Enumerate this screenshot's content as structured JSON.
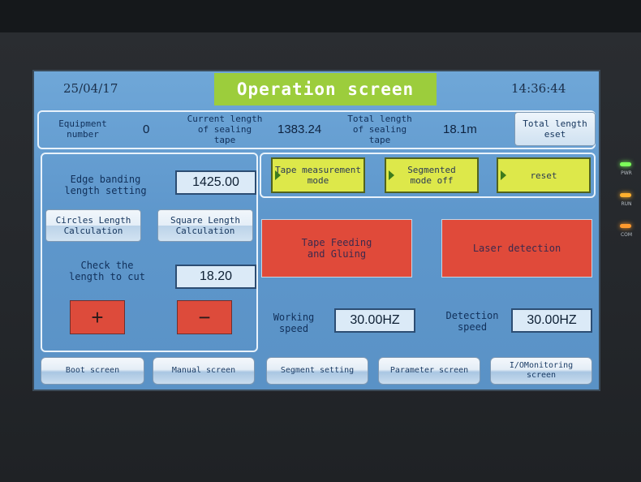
{
  "header": {
    "date": "25/04/17",
    "title": "Operation screen",
    "time": "14:36:44"
  },
  "info": {
    "equipment_label": "Equipment\nnumber",
    "equipment_value": "0",
    "current_label": "Current length\nof sealing\ntape",
    "current_value": "1383.24",
    "total_label": "Total length\nof sealing\ntape",
    "total_value": "18.1m",
    "reset_button": "Total length\neset"
  },
  "left": {
    "edge_label": "Edge banding\nlength setting",
    "edge_value": "1425.00",
    "circles_button": "Circles Length\nCalculation",
    "square_button": "Square Length\nCalculation",
    "check_label": "Check the\nlength to cut",
    "check_value": "18.20",
    "plus": "+",
    "minus": "−"
  },
  "modes": {
    "tape_mode": "Tape measurement\nmode",
    "segmented": "Segmented\nmode off",
    "reset": "reset"
  },
  "status": {
    "feeding": "Tape Feeding\nand Gluing",
    "laser": "Laser detection"
  },
  "speeds": {
    "working_label": "Working\nspeed",
    "working_value": "30.00HZ",
    "detection_label": "Detection\nspeed",
    "detection_value": "30.00HZ"
  },
  "nav": [
    {
      "label": "Boot screen"
    },
    {
      "label": "Manual screen"
    },
    {
      "label": "Segment setting"
    },
    {
      "label": "Parameter screen"
    },
    {
      "label": "I/OMonitoring\nscreen"
    }
  ],
  "leds": [
    {
      "label": "PWR",
      "color": "#7cff5a"
    },
    {
      "label": "RUN",
      "color": "#ffb02e"
    },
    {
      "label": "COM",
      "color": "#ff9a2e"
    }
  ],
  "colors": {
    "screen_bg": "#6fa7d8",
    "title_green": "#9ccd3c",
    "button_yellow": "#dde84a",
    "alarm_red": "#e04a3a"
  }
}
